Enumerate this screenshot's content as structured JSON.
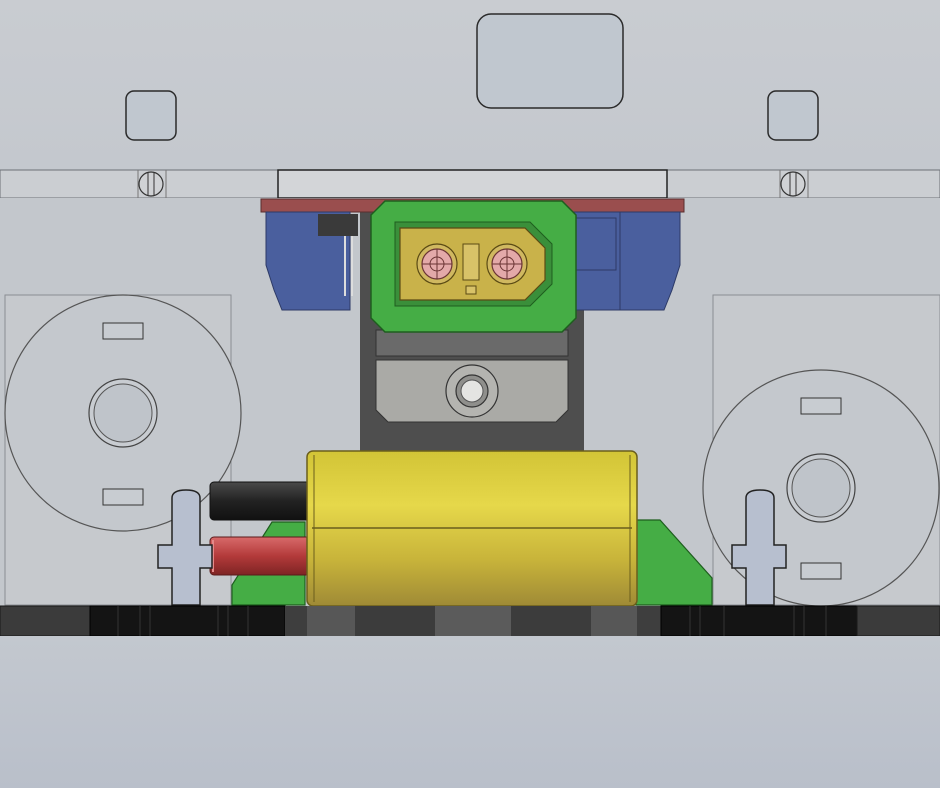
{
  "app": {
    "view_title": ""
  },
  "toolbar": {
    "icons": [
      "view-orientation-icon",
      "rotate-view-icon",
      "zoom-icon",
      "pan-icon",
      "section-view-icon",
      "display-style-icon",
      "hide-show-icon",
      "appearance-icon",
      "scene-icon",
      "view-settings-icon"
    ]
  },
  "colors": {
    "background": "#c1c7d0",
    "panel": "#c6cbd1",
    "rail": "#cacdd0",
    "connector_green": "#3faa3f",
    "connector_gold": "#c9b24a",
    "contact_pink": "#d8a0a0",
    "mount_blue": "#4a5f9e",
    "mount_red": "#9a4a4a",
    "bracket_dark": "#4d4d4d",
    "bracket_gray": "#a9a9a6",
    "capacitor_yellow": "#d8c93c",
    "wire_black": "#2a2a2a",
    "wire_red": "#b33a3a",
    "rubber_black": "#1c1c1c"
  },
  "model": {
    "parts": [
      "top-panel",
      "side-rail",
      "xt60-connector",
      "motor-mount",
      "center-bracket",
      "capacitor",
      "left-wheel",
      "right-wheel",
      "left-clip",
      "right-clip",
      "tread-base"
    ]
  }
}
